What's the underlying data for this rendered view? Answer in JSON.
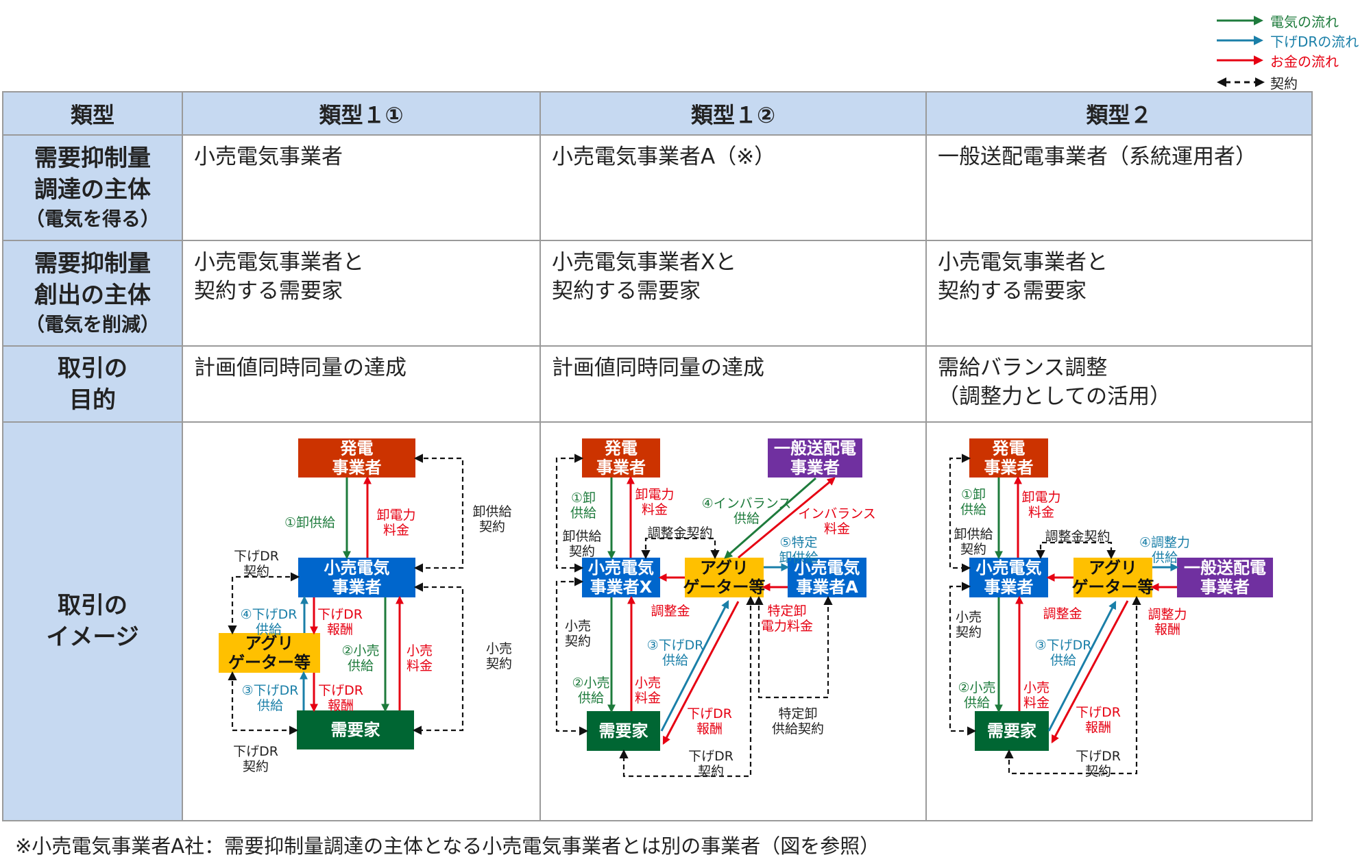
{
  "legend": {
    "electricity": "電気の流れ",
    "dr": "下げDRの流れ",
    "money": "お金の流れ",
    "contract": "契約"
  },
  "colors": {
    "green": "#1e7b3c",
    "blue": "#1a7fa8",
    "red": "#e60012",
    "generator_box": "#cc3300",
    "retail_box": "#0066cc",
    "aggregator_box": "#ffc000",
    "demand_box": "#006633",
    "tso_box": "#7030a0",
    "header_bg": "#c6d9f1"
  },
  "table": {
    "headers": [
      "類型",
      "類型１①",
      "類型１②",
      "類型２"
    ],
    "rows": [
      {
        "label": [
          "需要抑制量",
          "調達の主体",
          "（電気を得る）"
        ],
        "cells": [
          [
            "小売電気事業者"
          ],
          [
            "小売電気事業者A（※）"
          ],
          [
            "一般送配電事業者（系統運用者）"
          ]
        ]
      },
      {
        "label": [
          "需要抑制量",
          "創出の主体",
          "（電気を削減）"
        ],
        "cells": [
          [
            "小売電気事業者と",
            "契約する需要家"
          ],
          [
            "小売電気事業者Xと",
            "契約する需要家"
          ],
          [
            "小売電気事業者と",
            "契約する需要家"
          ]
        ]
      },
      {
        "label": [
          "取引の",
          "目的"
        ],
        "cells": [
          [
            "計画値同時同量の達成"
          ],
          [
            "計画値同時同量の達成"
          ],
          [
            "需給バランス調整",
            "（調整力としての活用）"
          ]
        ]
      },
      {
        "label": [
          "取引の",
          "イメージ"
        ]
      }
    ]
  },
  "diagrams": {
    "type1_1": {
      "boxes": {
        "generator": [
          "発電",
          "事業者"
        ],
        "retail": [
          "小売電気",
          "事業者"
        ],
        "aggregator": [
          "アグリ",
          "ゲーター等"
        ],
        "demand": [
          "需要家"
        ]
      },
      "labels": {
        "wholesale_supply": [
          "①卸供給"
        ],
        "wholesale_fee": [
          "卸電力",
          "料金"
        ],
        "wholesale_contract": [
          "卸供給",
          "契約"
        ],
        "dr_contract_top": [
          "下げDR",
          "契約"
        ],
        "dr_supply_4": [
          "④下げDR",
          "供給"
        ],
        "dr_reward_top": [
          "下げDR",
          "報酬"
        ],
        "retail_supply": [
          "②小売",
          "供給"
        ],
        "retail_fee": [
          "小売",
          "料金"
        ],
        "retail_contract": [
          "小売",
          "契約"
        ],
        "dr_supply_3": [
          "③下げDR",
          "供給"
        ],
        "dr_reward_bottom": [
          "下げDR",
          "報酬"
        ],
        "dr_contract_bottom": [
          "下げDR",
          "契約"
        ]
      }
    },
    "type1_2": {
      "boxes": {
        "generator": [
          "発電",
          "事業者"
        ],
        "tso": [
          "一般送配電",
          "事業者"
        ],
        "retail_x": [
          "小売電気",
          "事業者X"
        ],
        "aggregator": [
          "アグリ",
          "ゲーター等"
        ],
        "retail_a": [
          "小売電気",
          "事業者A"
        ],
        "demand": [
          "需要家"
        ]
      },
      "labels": {
        "wholesale_supply": [
          "①卸",
          "供給"
        ],
        "wholesale_fee": [
          "卸電力",
          "料金"
        ],
        "wholesale_contract": [
          "卸供給",
          "契約"
        ],
        "adjust_contract": [
          "調整金契約"
        ],
        "imbalance_supply": [
          "④インバランス",
          "供給"
        ],
        "imbalance_fee": [
          "インバランス",
          "料金"
        ],
        "specific_supply": [
          "⑤特定",
          "卸供給"
        ],
        "adjust_fee": [
          "調整金"
        ],
        "specific_fee": [
          "特定卸",
          "電力料金"
        ],
        "retail_contract": [
          "小売",
          "契約"
        ],
        "dr_supply_3": [
          "③下げDR",
          "供給"
        ],
        "retail_supply": [
          "②小売",
          "供給"
        ],
        "retail_fee": [
          "小売",
          "料金"
        ],
        "dr_reward": [
          "下げDR",
          "報酬"
        ],
        "specific_contract": [
          "特定卸",
          "供給契約"
        ],
        "dr_contract": [
          "下げDR",
          "契約"
        ]
      }
    },
    "type2": {
      "boxes": {
        "generator": [
          "発電",
          "事業者"
        ],
        "retail": [
          "小売電気",
          "事業者"
        ],
        "aggregator": [
          "アグリ",
          "ゲーター等"
        ],
        "tso": [
          "一般送配電",
          "事業者"
        ],
        "demand": [
          "需要家"
        ]
      },
      "labels": {
        "wholesale_supply": [
          "①卸",
          "供給"
        ],
        "wholesale_fee": [
          "卸電力",
          "料金"
        ],
        "wholesale_contract": [
          "卸供給",
          "契約"
        ],
        "adjust_contract": [
          "調整金契約"
        ],
        "balancing_supply": [
          "④調整力",
          "供給"
        ],
        "adjust_fee": [
          "調整金"
        ],
        "balancing_reward": [
          "調整力",
          "報酬"
        ],
        "retail_contract": [
          "小売",
          "契約"
        ],
        "dr_supply_3": [
          "③下げDR",
          "供給"
        ],
        "retail_supply": [
          "②小売",
          "供給"
        ],
        "retail_fee": [
          "小売",
          "料金"
        ],
        "dr_reward": [
          "下げDR",
          "報酬"
        ],
        "dr_contract": [
          "下げDR",
          "契約"
        ]
      }
    }
  },
  "footnote": "※小売電気事業者A社：需要抑制量調達の主体となる小売電気事業者とは別の事業者（図を参照）"
}
